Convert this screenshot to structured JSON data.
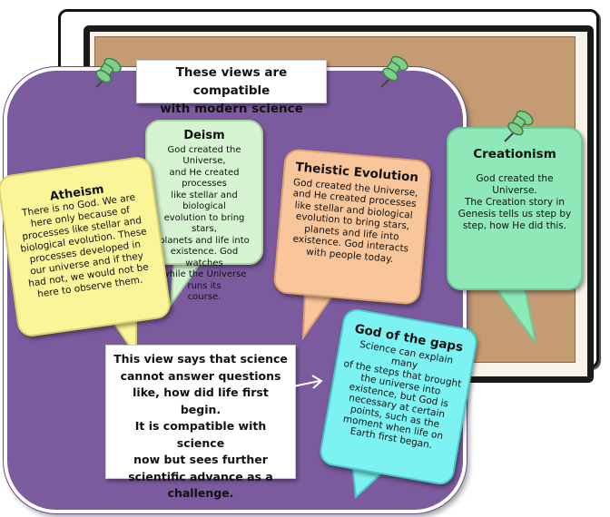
{
  "title_note": {
    "line1": "These views are compatible",
    "line2": "with modern science"
  },
  "bubbles": {
    "deism": {
      "title": "Deism",
      "lines": [
        "God created the Universe,",
        "and He created processes",
        "like stellar and biological",
        "evolution to bring stars,",
        "planets and life into",
        "existence. God watches",
        "while the Universe runs its",
        "course."
      ]
    },
    "atheism": {
      "title": "Atheism",
      "lines": [
        "There is no God. We are",
        "here only because of",
        "processes like stellar and",
        "biological evolution. These",
        "processes developed in",
        "our universe and if they",
        "had not, we would not be",
        "here to observe them."
      ]
    },
    "theistic_evolution": {
      "title": "Theistic Evolution",
      "lines": [
        "God created the Universe,",
        "and He created processes",
        "like stellar and biological",
        "evolution to bring stars,",
        "planets and life into",
        "existence. God interacts",
        "with people today."
      ]
    },
    "creationism": {
      "title": "Creationism",
      "lines": [
        "God created the Universe.",
        "The Creation story in",
        "Genesis tells us step by",
        "step, how He did this."
      ]
    },
    "god_of_the_gaps": {
      "title": "God of the gaps",
      "lines": [
        "Science can explain many",
        "of the steps that brought",
        "the universe into",
        "existence, but God is",
        "necessary at certain",
        "points, such as the",
        "moment when life on",
        "Earth first began."
      ]
    }
  },
  "view_note": {
    "lines": [
      "This view says that science",
      "cannot answer questions",
      "like, how did life first begin.",
      "It is compatible with science",
      "now but sees further",
      "scientific advance as a",
      "challenge."
    ]
  },
  "colors": {
    "panel": "#7b5b9e",
    "cork": "#c49b73",
    "pin": "#7fcf8a"
  }
}
